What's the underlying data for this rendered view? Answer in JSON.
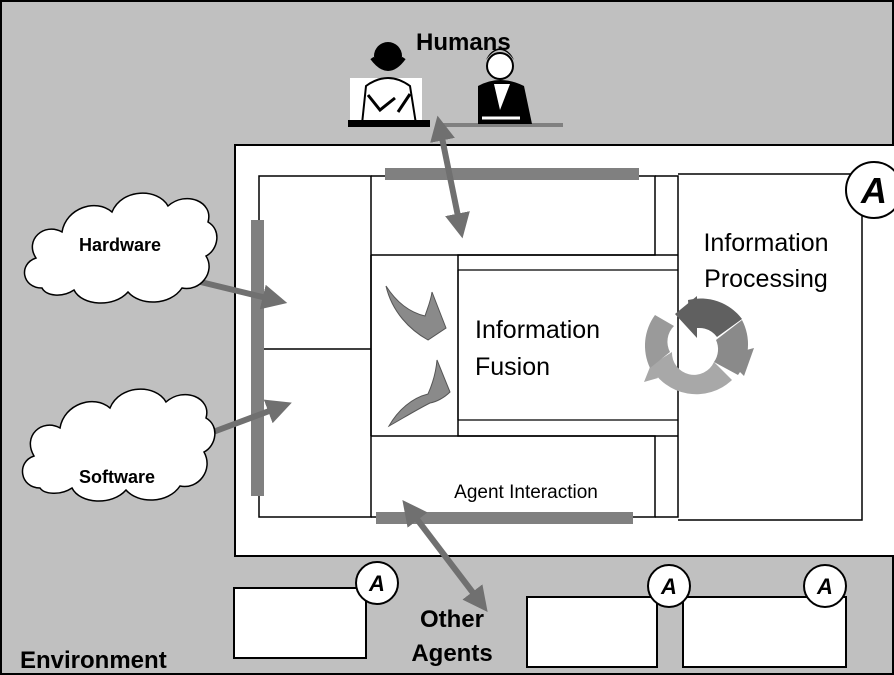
{
  "diagram": {
    "humans_label": "Humans",
    "hardware_label": "Hardware",
    "software_label": "Software",
    "info_processing_line1": "Information",
    "info_processing_line2": "Processing",
    "info_fusion_line1": "Information",
    "info_fusion_line2": "Fusion",
    "agent_interaction_label": "Agent Interaction",
    "other_agents_line1": "Other",
    "other_agents_line2": "Agents",
    "environment_label": "Environment",
    "agent_badge": "A"
  },
  "colors": {
    "environment_bg": "#c0c0c0",
    "bar": "#808080",
    "arrow": "#707070",
    "cycle_dark": "#606060",
    "cycle_mid": "#8a8a8a",
    "cycle_light": "#a8a8a8"
  }
}
